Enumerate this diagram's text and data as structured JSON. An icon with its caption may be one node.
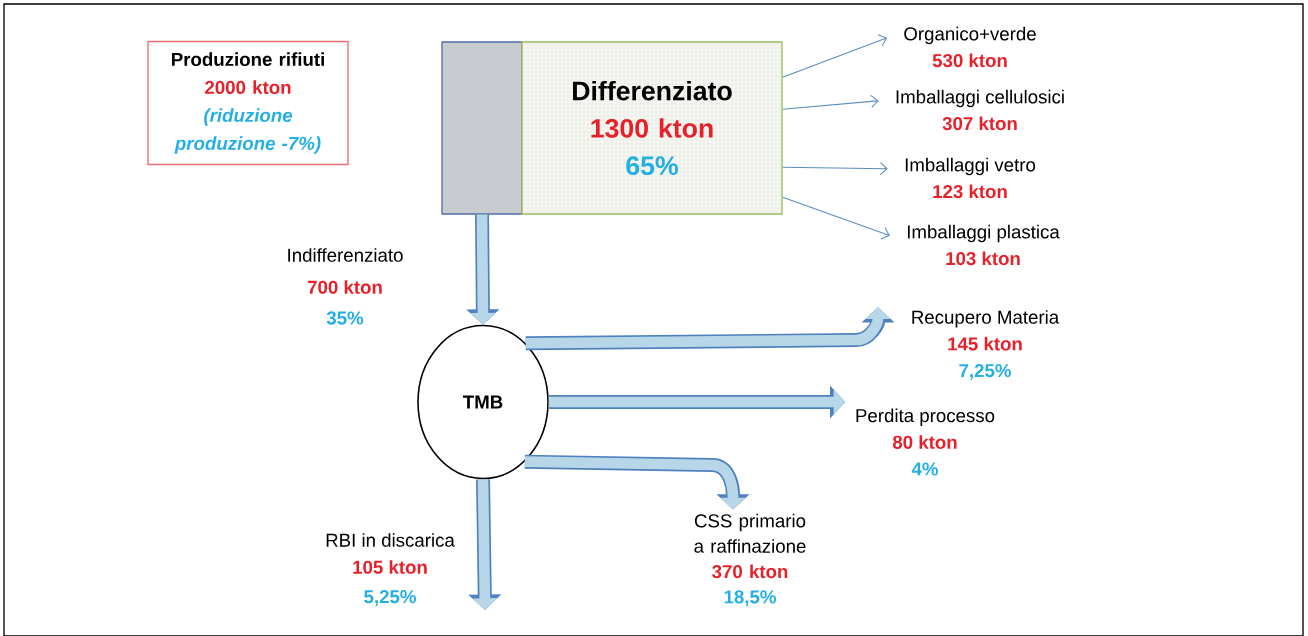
{
  "diagram": {
    "nodes": [
      {
        "text": [
          "Produzione rifiuti",
          "2000 kton",
          "(riduzione produzione -7%)"
        ]
      },
      {
        "text": [],
        "shape": "bar"
      },
      {
        "text": [
          "Differenziato",
          "1300 kton",
          "65%"
        ]
      },
      {
        "text": [
          "Organico+verde",
          "530 kton"
        ]
      },
      {
        "text": [
          "Imballaggi cellulosici",
          "307 kton"
        ]
      },
      {
        "text": [
          "Imballaggi vetro",
          "123 kton"
        ]
      },
      {
        "text": [
          "Imballaggi plastica",
          "103 kton"
        ]
      },
      {
        "text": [
          "TMB"
        ]
      },
      {
        "text": [
          "Recupero Materia",
          "145 kton",
          "7,25%"
        ]
      },
      {
        "text": [
          "Perdita processo",
          "80 kton",
          "4%"
        ]
      },
      {
        "text": [
          "CSS primario a raffinazione",
          "370 kton",
          "18,5%"
        ]
      }
    ],
    "edges": [
      {
        "from": 1,
        "to": 7,
        "arrow": "to"
      },
      {
        "from": 2,
        "to": 3,
        "arrow": "to",
        "color": "#5b8cc0"
      },
      {
        "from": 2,
        "to": 4,
        "arrow": "to",
        "color": "#5b8cc0"
      },
      {
        "from": 2,
        "to": 5,
        "arrow": "to",
        "color": "#5b8cc0"
      },
      {
        "from": 2,
        "to": 6,
        "arrow": "to",
        "color": "#5b8cc0"
      },
      {
        "from": 7,
        "to": 8,
        "arrow": "to"
      },
      {
        "from": 7,
        "to": 9,
        "arrow": "to"
      },
      {
        "from": 7,
        "to": 10,
        "arrow": "to"
      },
      {
        "from": 7,
        "to": null,
        "arrow": "to"
      }
    ],
    "labels": [
      "Indifferenziato",
      "700 kton",
      "35%",
      "RBI in discarica",
      "105 kton",
      "5,25%"
    ]
  }
}
